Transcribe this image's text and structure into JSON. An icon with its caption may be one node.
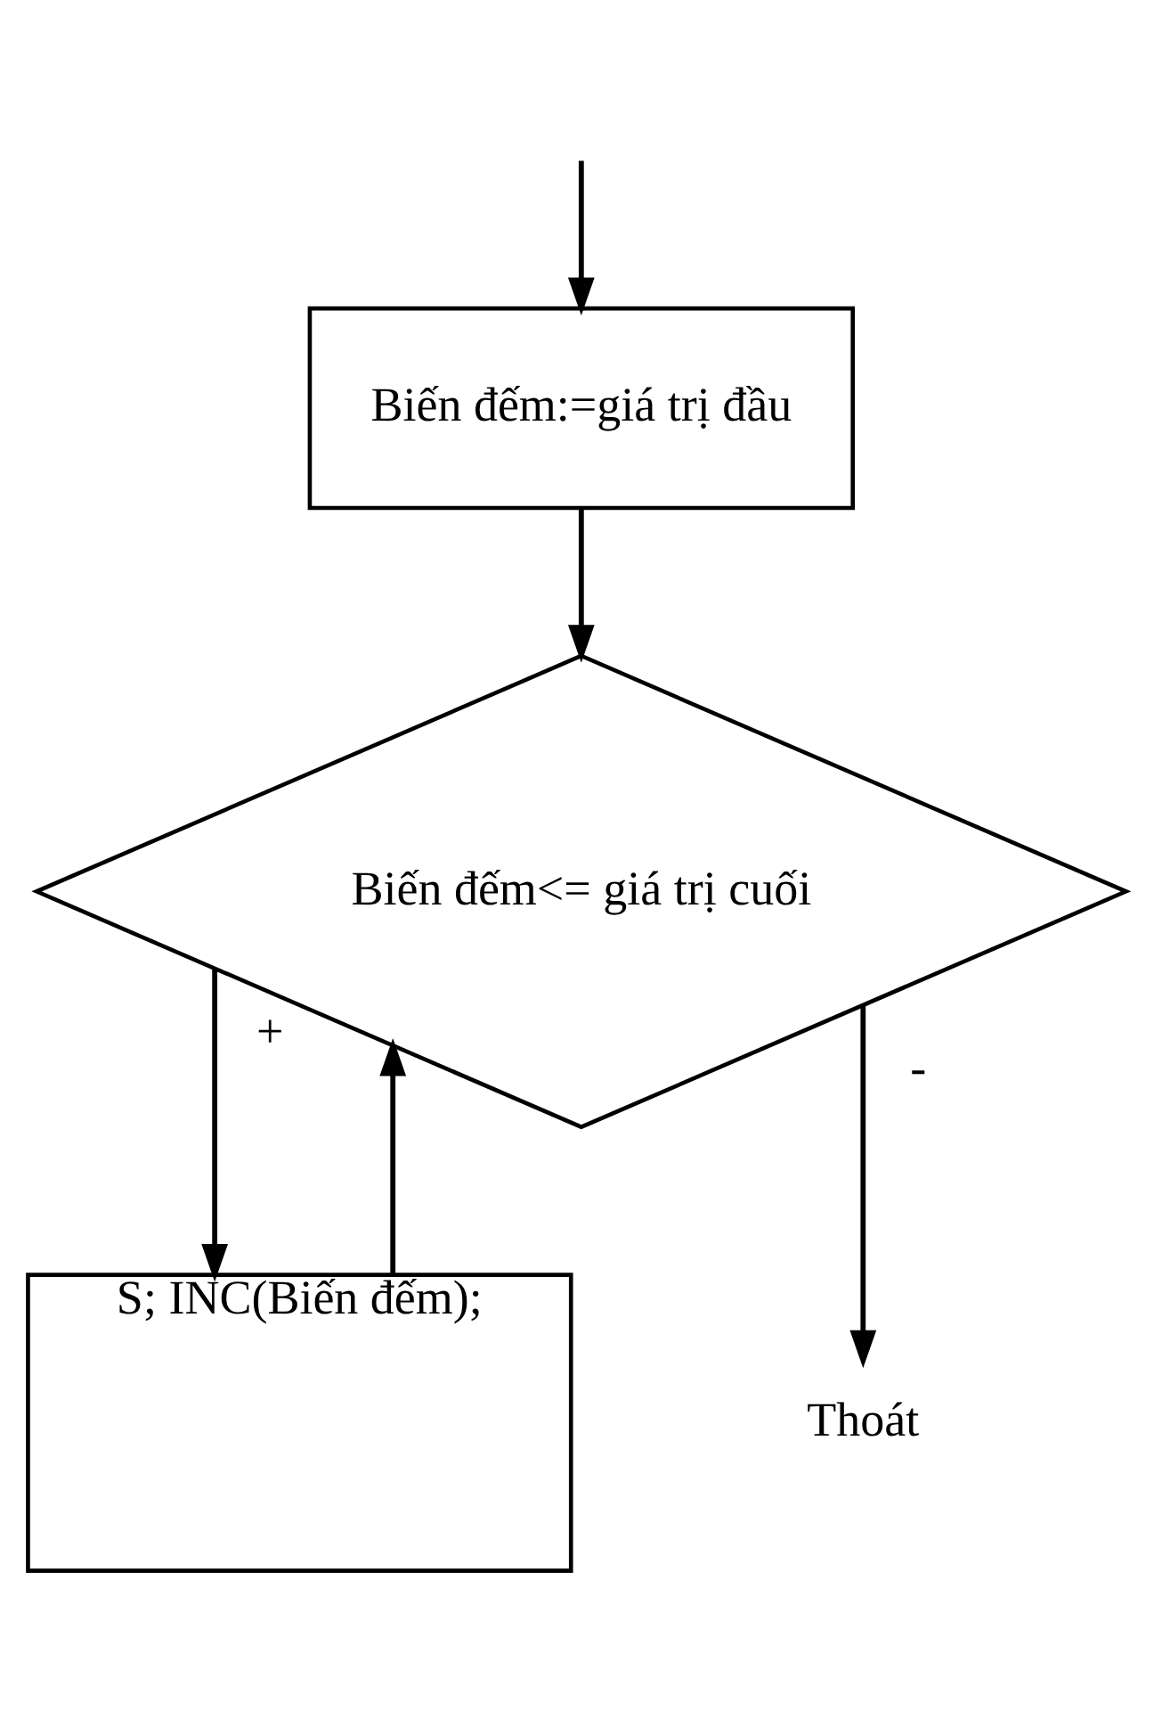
{
  "diagram": {
    "nodes": [
      {
        "text": [
          "Biến đếm:=giá trị đầu"
        ]
      },
      {
        "text": [
          "Biến đếm<= giá trị cuối"
        ]
      },
      {
        "text": [
          "S; INC(Biến đếm);"
        ]
      },
      {
        "text": [
          "Thoát"
        ]
      }
    ],
    "edges": [
      {
        "from": null,
        "to": 0,
        "arrow": "to"
      },
      {
        "from": 0,
        "to": 1,
        "arrow": "to"
      },
      {
        "from": 1,
        "to": 2,
        "arrow": "to",
        "label": "+"
      },
      {
        "from": 1,
        "to": 3,
        "arrow": "to",
        "label": "-"
      },
      {
        "from": 2,
        "to": 1,
        "arrow": "to"
      }
    ]
  }
}
